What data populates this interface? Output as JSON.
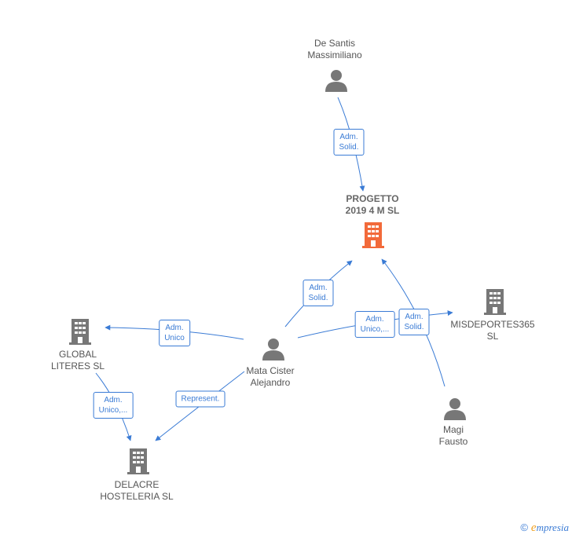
{
  "colors": {
    "edge": "#3a7bd5",
    "person_icon": "#777777",
    "company_icon": "#777777",
    "focus_company_icon": "#f26a3a"
  },
  "nodes": {
    "de_santis": {
      "line1": "De Santis",
      "line2": "Massimiliano",
      "icon": "person-icon"
    },
    "progetto": {
      "line1": "PROGETTO",
      "line2": "2019 4 M  SL",
      "icon": "building-icon"
    },
    "misdeportes": {
      "line1": "MISDEPORTES365",
      "line2": "SL",
      "icon": "building-icon"
    },
    "global": {
      "line1": "GLOBAL",
      "line2": "LITERES  SL",
      "icon": "building-icon"
    },
    "mata": {
      "line1": "Mata Cister",
      "line2": "Alejandro",
      "icon": "person-icon"
    },
    "magi": {
      "line1": "Magi",
      "line2": "Fausto",
      "icon": "person-icon"
    },
    "delacre": {
      "line1": "DELACRE",
      "line2": "HOSTELERIA SL",
      "icon": "building-icon"
    }
  },
  "edges": {
    "desantis_progetto": {
      "line1": "Adm.",
      "line2": "Solid."
    },
    "mata_progetto": {
      "line1": "Adm.",
      "line2": "Solid."
    },
    "mata_global": {
      "line1": "Adm.",
      "line2": "Unico"
    },
    "mata_misdeportes": {
      "line1": "Adm.",
      "line2": "Unico,..."
    },
    "magi_progetto": {
      "line1": "Adm.",
      "line2": "Solid."
    },
    "global_delacre": {
      "line1": "Adm.",
      "line2": "Unico,..."
    },
    "mata_delacre": {
      "line1": "Represent."
    }
  },
  "footer": {
    "copyright": "©",
    "brand_first": "e",
    "brand_rest": "mpresia"
  }
}
